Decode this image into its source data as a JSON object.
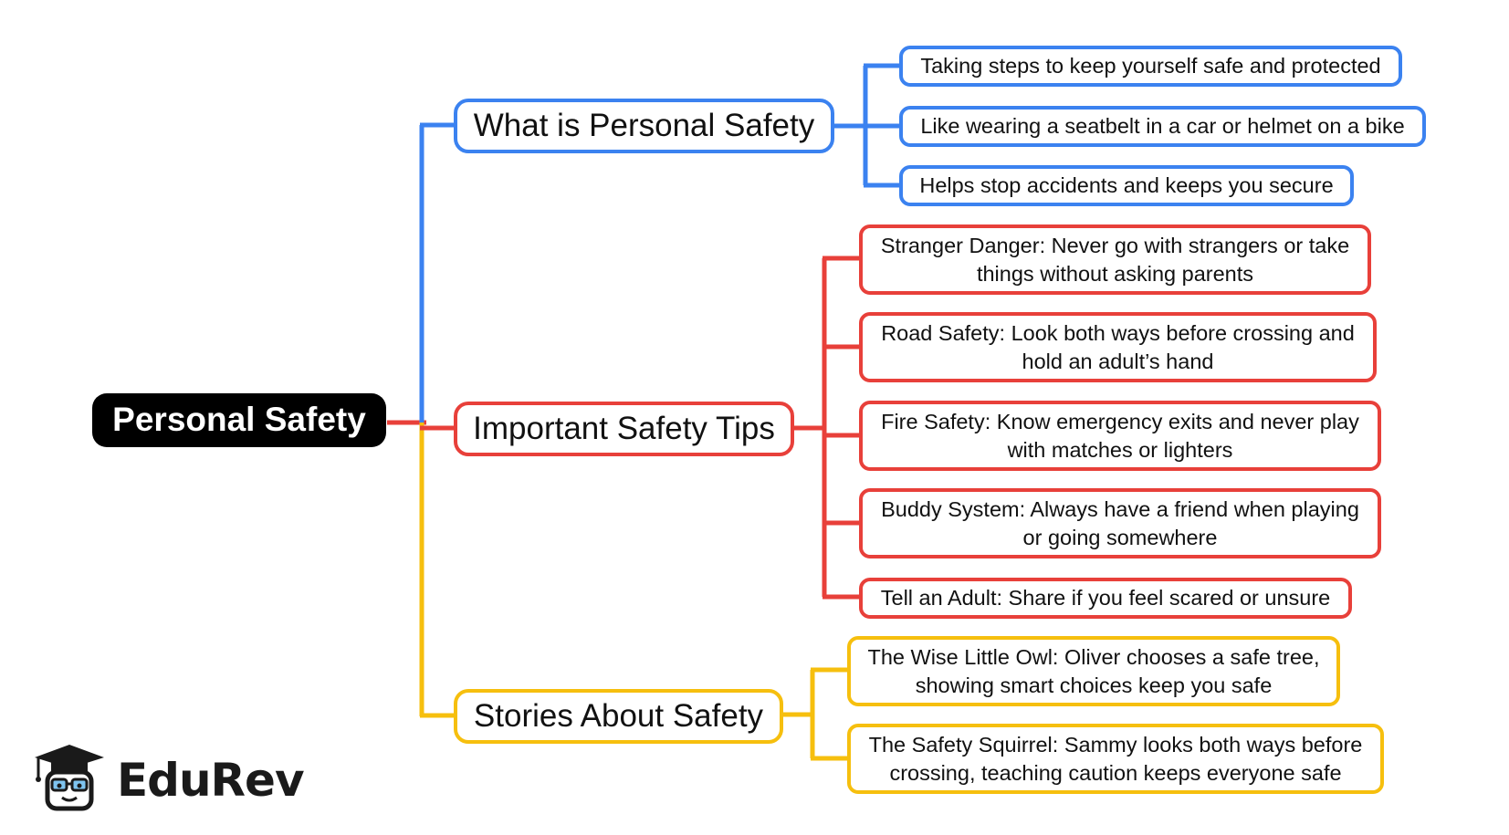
{
  "root": {
    "label": "Personal Safety"
  },
  "colors": {
    "blue": "#3b82f0",
    "red": "#e8403a",
    "yellow": "#f6bf0e",
    "root_bg": "#000000"
  },
  "branches": [
    {
      "label": "What is Personal Safety",
      "color": "blue",
      "items": [
        "Taking steps to keep yourself safe and protected",
        "Like wearing a seatbelt in a car or helmet on a bike",
        "Helps stop accidents and keeps you secure"
      ]
    },
    {
      "label": "Important Safety Tips",
      "color": "red",
      "items": [
        "Stranger Danger: Never go with strangers or take things without asking parents",
        "Road Safety: Look both ways before crossing and hold an adult’s hand",
        "Fire Safety: Know emergency exits and never play with matches or lighters",
        "Buddy System: Always have a friend when playing or going somewhere",
        "Tell an Adult: Share if you feel scared or unsure"
      ]
    },
    {
      "label": "Stories About Safety",
      "color": "yellow",
      "items": [
        "The Wise Little Owl: Oliver chooses a safe tree, showing smart choices keep you safe",
        "The Safety Squirrel: Sammy looks both ways before crossing, teaching caution keeps everyone safe"
      ]
    }
  ],
  "logo": {
    "text": "EduRev",
    "icon": "graduation-cap-mascot-icon"
  }
}
